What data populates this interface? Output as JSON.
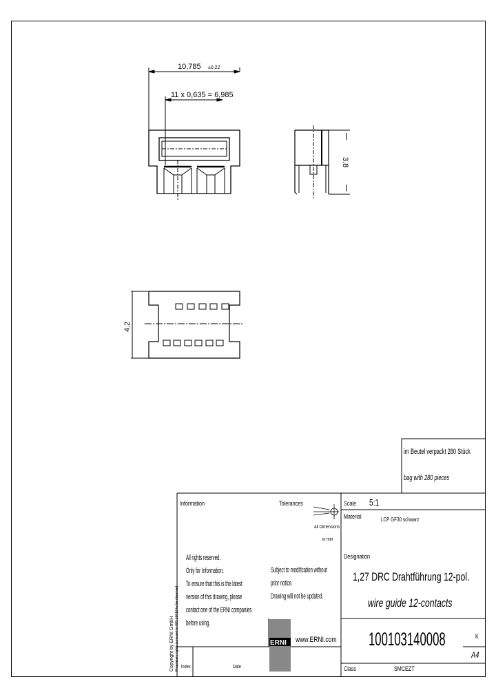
{
  "drawing": {
    "dim_overall_width": "10,785",
    "dim_overall_tol": "±0,22",
    "dim_pitch": "11 x 0,635 = 6,985",
    "dim_height_side": "3.8",
    "dim_height_bottom": "4.2"
  },
  "packaging": {
    "de": "im Beutel verpackt 280 Stück",
    "en": "bag with 280 pieces"
  },
  "title_block": {
    "information_label": "Information",
    "tolerances_label": "Tolerances",
    "dimensions_note_1": "All Dimensions",
    "dimensions_note_2": "in mm",
    "rights_lines": [
      "All rights reserved.",
      "Only for Information.",
      "To ensure that this is the latest",
      "version of this drawing, please",
      "contact one of the ERNI companies",
      "before using."
    ],
    "modification_lines": [
      "Subject to modification without",
      "prior notice.",
      "Drawing will not be updated."
    ],
    "website": "www.ERNI.com",
    "logo_text": "ERNI",
    "copyright_line_1": "Copyright by ERNI GmbH",
    "copyright_line_2": "Proprietary rights pursuant to ISO 16016 to be observed",
    "scale_label": "Scale",
    "scale_value": "5:1",
    "material_label": "Material",
    "material_value": "LCP GF30 schwarz",
    "designation_label": "Designation",
    "designation_de": "1,27 DRC Drahtführung 12-pol.",
    "designation_en": "wire guide 12-contacts",
    "part_number": "10010314000​8",
    "revision": "K",
    "format": "A4",
    "index_label": "Index",
    "date_label": "Date",
    "class_label": "Class",
    "class_value": "SMCEZT"
  }
}
